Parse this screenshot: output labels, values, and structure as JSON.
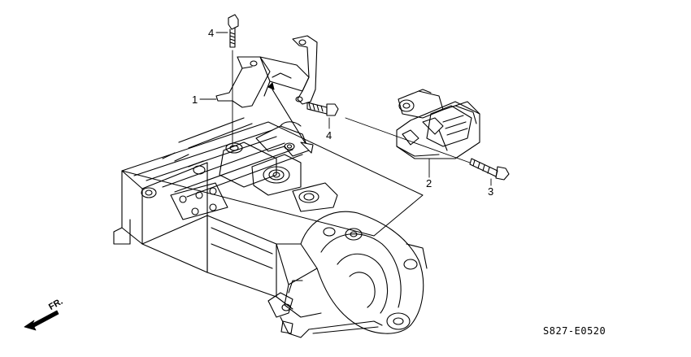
{
  "callouts": {
    "bolt_upper": "4",
    "bracket": "1",
    "bolt_side": "4",
    "mount": "2",
    "bolt_long": "3"
  },
  "direction_label": "FR.",
  "diagram_code": "S827-E0520",
  "line_color": "#000000",
  "icons": [
    "front-direction-arrow-icon"
  ]
}
